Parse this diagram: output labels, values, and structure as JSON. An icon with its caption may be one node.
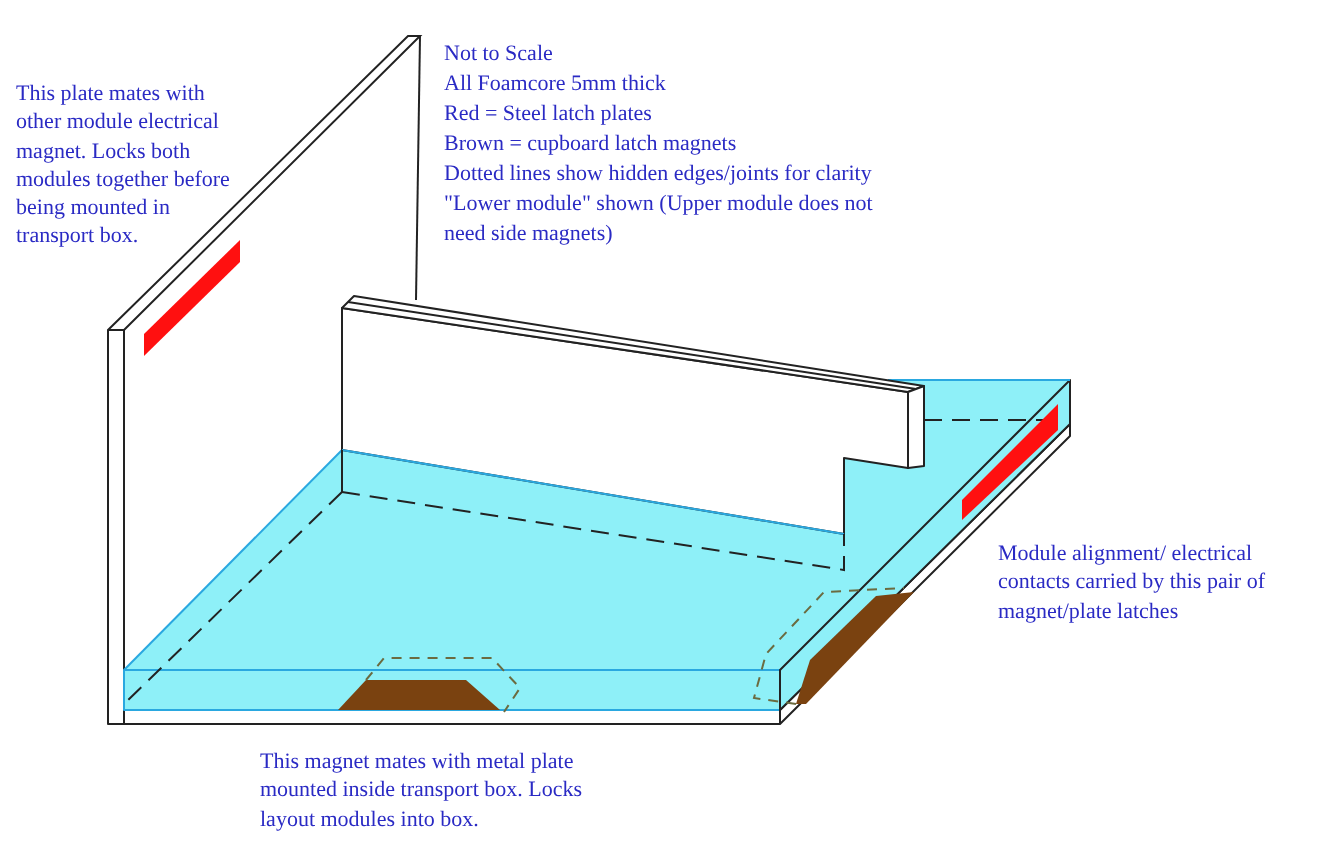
{
  "diagram": {
    "labels": [
      "This plate mates with other module electrical magnet. Locks both modules together before being mounted in transport box.",
      "Not to Scale",
      "All Foamcore 5mm thick",
      "Red = Steel latch plates",
      "Brown = cupboard latch magnets",
      "Dotted lines show hidden edges/joints for clarity",
      "\"Lower module\" shown (Upper module does not need side magnets)",
      "Module alignment/ electrical contacts carried by this pair of magnet/plate latches",
      "This magnet mates with metal plate mounted inside transport box. Locks layout modules into box."
    ]
  }
}
